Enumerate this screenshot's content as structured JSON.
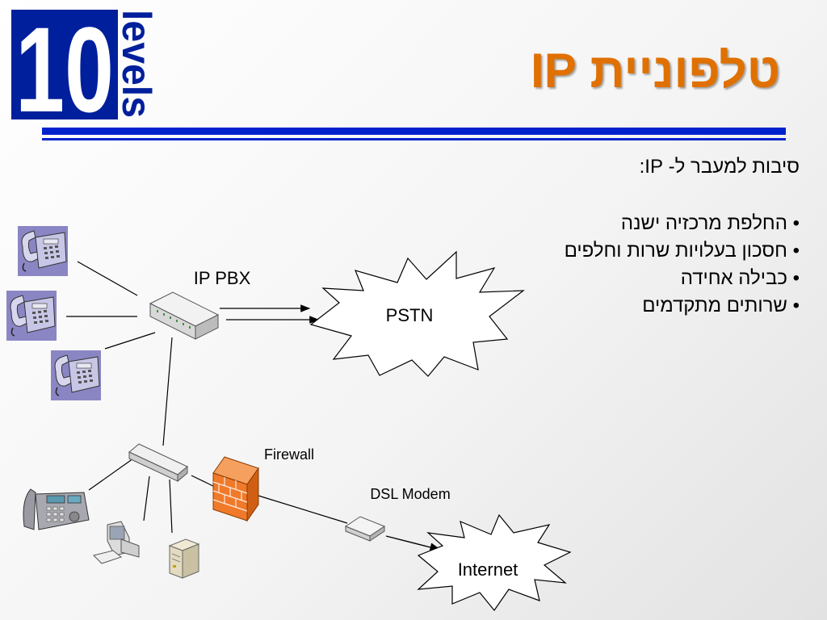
{
  "logo": {
    "number": "10",
    "word": "levels"
  },
  "title": "טלפוניית IP",
  "intro": "סיבות למעבר ל- IP:",
  "bullets": [
    "החלפת מרכזיה ישנה",
    "חסכון בעלויות שרות וחלפים",
    "כבילה אחידה",
    "שרותים מתקדמים"
  ],
  "diagram": {
    "pbx_label": "IP PBX",
    "pstn_label": "PSTN",
    "firewall_label": "Firewall",
    "modem_label": "DSL Modem",
    "internet_label": "Internet"
  },
  "colors": {
    "title": "#e07000",
    "rule": "#0022cc",
    "logo_blue": "#001f9c",
    "phone_bg": "#8a86c4",
    "firewall": "#f07a2a"
  }
}
